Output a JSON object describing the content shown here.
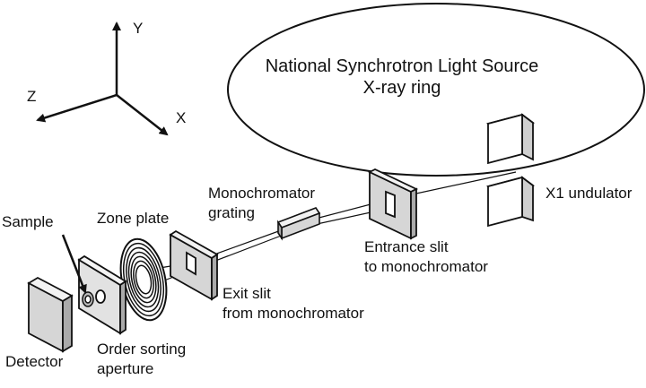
{
  "axes": {
    "y": "Y",
    "z": "Z",
    "x": "X"
  },
  "ring": {
    "line1": "National Synchrotron Light Source",
    "line2": "X-ray ring"
  },
  "labels": {
    "undulator": "X1 undulator",
    "entrance_slit_1": "Entrance slit",
    "entrance_slit_2": "to monochromator",
    "grating_1": "Monochromator",
    "grating_2": "grating",
    "zone_plate": "Zone plate",
    "sample": "Sample",
    "exit_slit_1": "Exit slit",
    "exit_slit_2": "from monochromator",
    "detector": "Detector",
    "osa_1": "Order sorting",
    "osa_2": "aperture"
  }
}
